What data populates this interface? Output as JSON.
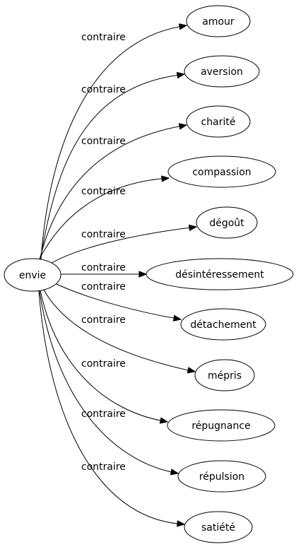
{
  "source": {
    "label": "envie"
  },
  "edges": [
    {
      "relation": "contraire",
      "target": "amour"
    },
    {
      "relation": "contraire",
      "target": "aversion"
    },
    {
      "relation": "contraire",
      "target": "charité"
    },
    {
      "relation": "contraire",
      "target": "compassion"
    },
    {
      "relation": "contraire",
      "target": "dégoût"
    },
    {
      "relation": "contraire",
      "target": "désintéressement"
    },
    {
      "relation": "contraire",
      "target": "détachement"
    },
    {
      "relation": "contraire",
      "target": "mépris"
    },
    {
      "relation": "contraire",
      "target": "répugnance"
    },
    {
      "relation": "contraire",
      "target": "répulsion"
    },
    {
      "relation": "contraire",
      "target": "satiété"
    }
  ]
}
